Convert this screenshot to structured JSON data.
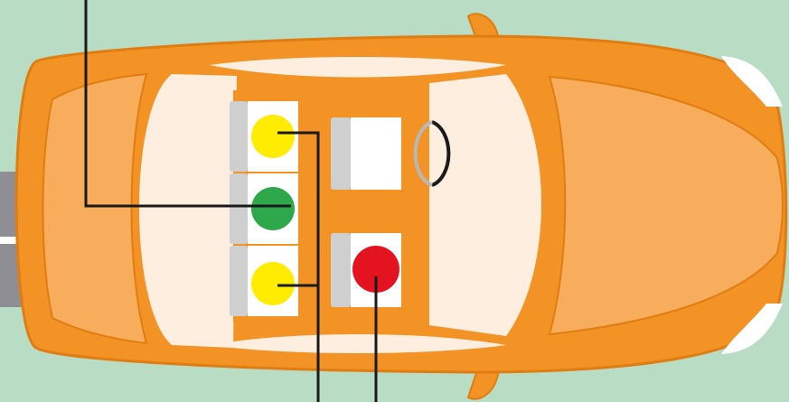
{
  "colors": {
    "background": "#b9dcc4",
    "road": "#8e8e94",
    "road_marking": "#ffffff",
    "car_body": "#f39325",
    "car_outline": "#e07d12",
    "hood_shade": "#f7ad5c",
    "glass": "#fdeee0",
    "headlight": "#ffffff",
    "seat_back": "#cfcfcf",
    "seat_cushion": "#ffffff",
    "steering_wheel_front": "#1a1a1a",
    "steering_wheel_back": "#b8b8b8",
    "callout_line": "#1a1a1a"
  },
  "seats": [
    {
      "id": "rear-left",
      "indicator_color": "#ffec00"
    },
    {
      "id": "rear-center",
      "indicator_color": "#2ea84a"
    },
    {
      "id": "rear-right",
      "indicator_color": "#ffec00"
    },
    {
      "id": "front-left",
      "indicator_color": null
    },
    {
      "id": "front-right",
      "indicator_color": "#e3141f"
    }
  ],
  "icons": {
    "steering_wheel": "steering-wheel-icon",
    "car": "car-top-view-icon"
  }
}
